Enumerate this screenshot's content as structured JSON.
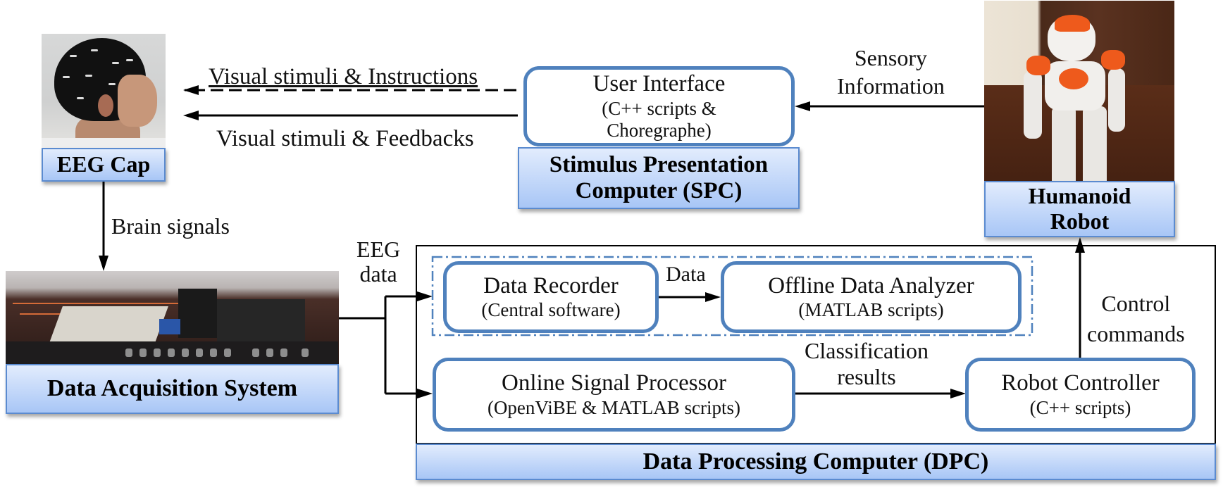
{
  "nodes": {
    "eeg_cap": {
      "label": "EEG Cap",
      "photo": "eeg-cap-photo"
    },
    "data_acquisition": {
      "label": "Data Acquisition System",
      "photo": "daq-hardware-photo"
    },
    "humanoid_robot": {
      "label_line1": "Humanoid",
      "label_line2": "Robot",
      "photo": "nao-robot-photo"
    },
    "spc": {
      "label_line1": "Stimulus Presentation",
      "label_line2": "Computer (SPC)",
      "user_interface": {
        "title": "User Interface",
        "sub_line1": "(C++ scripts &",
        "sub_line2": "Choregraphe)"
      }
    },
    "dpc": {
      "label": "Data Processing Computer (DPC)",
      "data_recorder": {
        "title": "Data Recorder",
        "sub": "(Central software)"
      },
      "offline_analyzer": {
        "title": "Offline Data Analyzer",
        "sub": "(MATLAB scripts)"
      },
      "online_processor": {
        "title": "Online Signal Processor",
        "sub": "(OpenViBE & MATLAB scripts)"
      },
      "robot_controller": {
        "title": "Robot Controller",
        "sub": "(C++ scripts)"
      }
    }
  },
  "edges": {
    "visual_instructions": "Visual stimuli & Instructions",
    "visual_feedbacks": "Visual stimuli & Feedbacks",
    "sensory_line1": "Sensory",
    "sensory_line2": "Information",
    "brain_signals": "Brain signals",
    "eeg_data_line1": "EEG",
    "eeg_data_line2": "data",
    "data": "Data",
    "classification_line1": "Classification",
    "classification_line2": "results",
    "control_line1": "Control",
    "control_line2": "commands"
  },
  "colors": {
    "box_border": "#4f81bd",
    "label_fill_top": "#e2ecfd",
    "label_fill_bottom": "#a8c6f6",
    "arrow": "#000000"
  }
}
